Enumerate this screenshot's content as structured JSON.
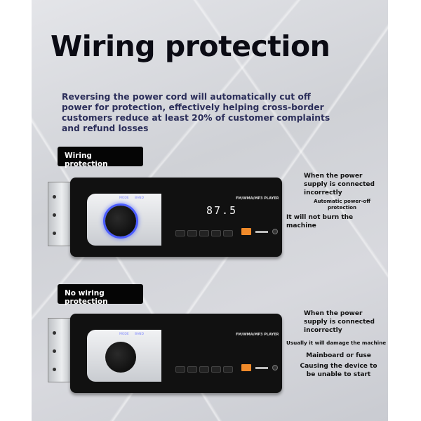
{
  "title": "Wiring protection",
  "description": "Reversing the power cord will automatically cut off power for protection, effectively helping cross-border customers reduce at least 20% of customer complaints and refund losses",
  "sections": [
    {
      "tag": "Wiring protection",
      "notes": [
        "When the power supply is connected incorrectly",
        "Automatic power-off protection",
        "It will not burn the machine"
      ],
      "display": "87.5"
    },
    {
      "tag": "No wiring protection",
      "notes": [
        "When the power supply is connected incorrectly",
        "Usually it will damage the machine",
        "Mainboard or fuse",
        "Causing the device to be unable to start"
      ],
      "display": ""
    }
  ],
  "device": {
    "brand_label": "FM/WMA/MP3 PLAYER",
    "mode_label": "MODE",
    "band_label": "BAND"
  },
  "colors": {
    "background": "#d5d7dc",
    "description_text": "#2b2e5a",
    "tag_bg": "#050505",
    "knob_glow": "#4a5cff",
    "usb": "#f08a2a"
  }
}
